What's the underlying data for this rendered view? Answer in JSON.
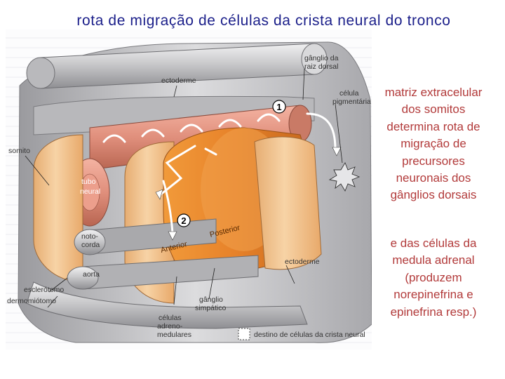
{
  "slide": {
    "title": "rota de migração de células da crista neural do tronco",
    "side_text_1": "matriz extracelular dos somitos determina rota de migração de precursores neuronais dos gânglios dorsais",
    "side_text_2": "e das células da medula adrenal (produzem norepinefrina e epinefrina resp.)"
  },
  "diagram": {
    "labels": {
      "ectoderme_top": "ectoderme",
      "ganglio_raiz_1": "gânglio da",
      "ganglio_raiz_2": "raiz dorsal",
      "celula_1": "célula",
      "celula_2": "pigmentária",
      "somito": "somito",
      "tubo_1": "tubo",
      "tubo_2": "neural",
      "noto_1": "noto-",
      "noto_2": "corda",
      "aorta": "aorta",
      "esclerotomo": "esclerótomo",
      "dermomiotomo": "dermomiótomo",
      "celulas_1": "células",
      "celulas_2": "adreno-",
      "celulas_3": "medulares",
      "ganglio_simp_1": "gânglio",
      "ganglio_simp_2": "simpático",
      "ectoderme_bottom": "ectoderme",
      "anterior": "Anterior",
      "posterior": "Posterior",
      "route_1": "1",
      "route_2": "2",
      "legend": "destino de células da crista neural"
    },
    "colors": {
      "ectoderm": "#c9c9cb",
      "neural_tube": "#e08f7c",
      "somite": "#f2c08a",
      "somite_dark": "#e98b2b",
      "title": "#1b1f8a",
      "side_text": "#b23a3a"
    }
  }
}
